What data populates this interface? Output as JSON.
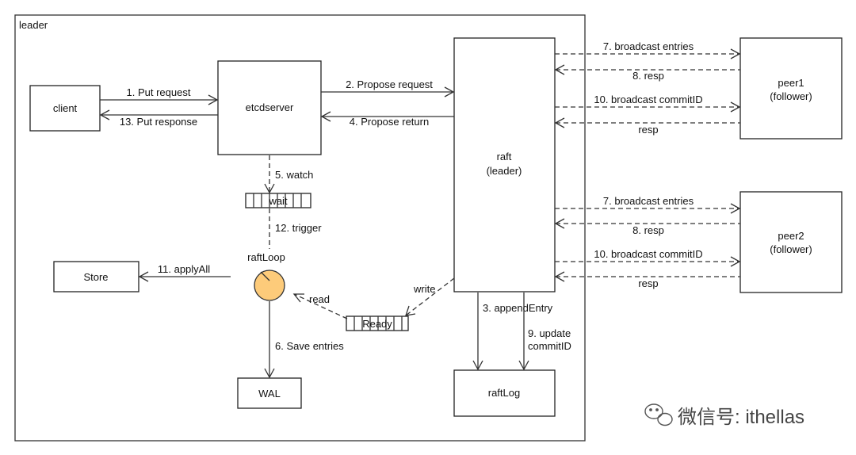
{
  "frame": {
    "label": "leader"
  },
  "nodes": {
    "client": "client",
    "etcdserver": "etcdserver",
    "raft": [
      "raft",
      "(leader)"
    ],
    "peer1": [
      "peer1",
      "(follower)"
    ],
    "peer2": [
      "peer2",
      "(follower)"
    ],
    "raftlog": "raftLog",
    "store": "Store",
    "wal": "WAL",
    "raftloop": "raftLoop",
    "wait": "wait",
    "ready": "Ready"
  },
  "edges": {
    "put_request": "1. Put request",
    "put_response": "13. Put response",
    "propose_request": "2. Propose request",
    "propose_return": "4. Propose return",
    "watch": "5. watch",
    "trigger": "12. trigger",
    "apply_all": "11. applyAll",
    "save_entries": "6. Save entries",
    "read": "read",
    "write": "write",
    "append_entry": "3. appendEntry",
    "update_commit": [
      "9. update",
      "commitID"
    ],
    "p1_broadcast_entries": "7. broadcast entries",
    "p1_resp": "8. resp",
    "p1_broadcast_commit": "10. broadcast commitID",
    "p1_resp2": "resp",
    "p2_broadcast_entries": "7. broadcast entries",
    "p2_resp": "8. resp",
    "p2_broadcast_commit": "10. broadcast commitID",
    "p2_resp2": "resp"
  },
  "watermark": {
    "text": "微信号: ithellas",
    "icon": "wechat-icon"
  },
  "colors": {
    "raftloop_fill": "#FDCB7A"
  }
}
